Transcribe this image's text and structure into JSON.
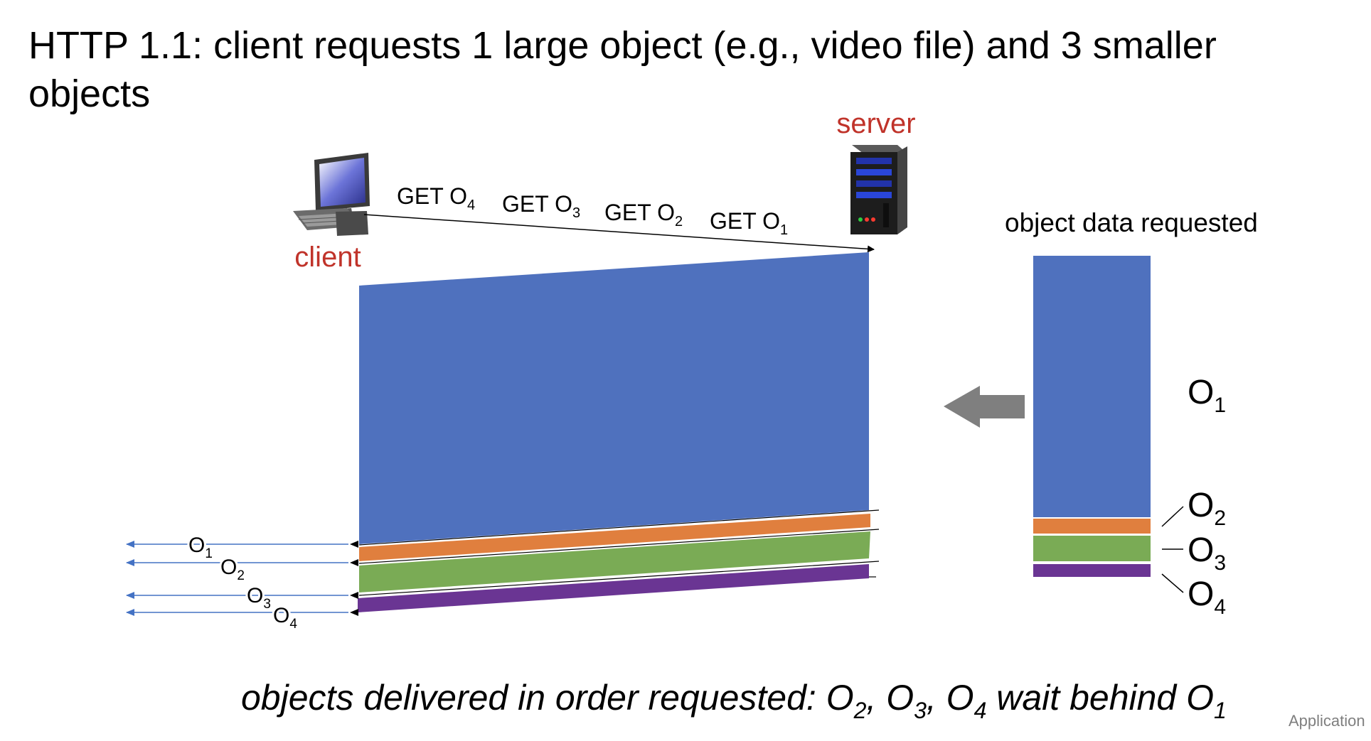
{
  "title": "HTTP 1.1: client requests 1 large object (e.g., video file) and 3 smaller objects",
  "client_label": "client",
  "server_label": "server",
  "object_panel_title": "object data requested",
  "requests": [
    {
      "text": "GET O",
      "sub": "4"
    },
    {
      "text": "GET O",
      "sub": "3"
    },
    {
      "text": "GET O",
      "sub": "2"
    },
    {
      "text": "GET O",
      "sub": "1"
    }
  ],
  "objects": [
    {
      "name": "O",
      "sub": "1",
      "color": "#4F71BE"
    },
    {
      "name": "O",
      "sub": "2",
      "color": "#E07F3E"
    },
    {
      "name": "O",
      "sub": "3",
      "color": "#7AAB55"
    },
    {
      "name": "O",
      "sub": "4",
      "color": "#6A3593"
    }
  ],
  "deliveries": [
    {
      "name": "O",
      "sub": "1"
    },
    {
      "name": "O",
      "sub": "2"
    },
    {
      "name": "O",
      "sub": "3"
    },
    {
      "name": "O",
      "sub": "4"
    }
  ],
  "caption": {
    "prefix": "objects delivered in order requested: O",
    "s1": "2",
    "p2": ", O",
    "s2": "3",
    "p3": ", O",
    "s3": "4",
    "p4": " wait behind O",
    "s4": "1"
  },
  "footer": "Application",
  "colors": {
    "accent_red": "#C0332A",
    "arrow_gray": "#7F7F7F",
    "delivery_blue": "#4472C4"
  }
}
